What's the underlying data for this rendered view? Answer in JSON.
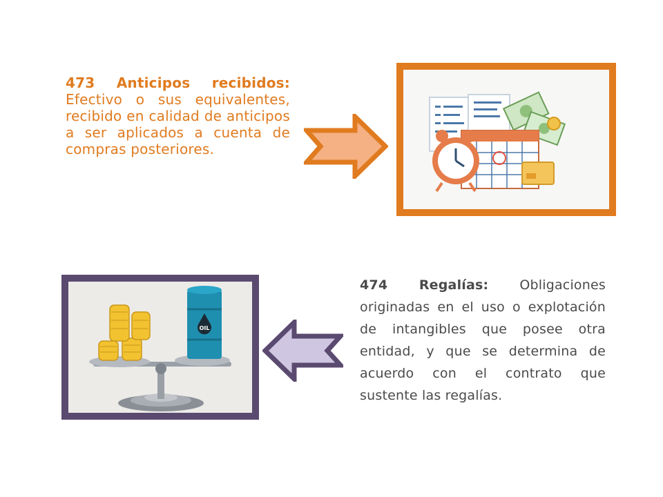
{
  "item_473": {
    "title": "473 Anticipos recibidos:",
    "description": " Efectivo o sus equivalentes, recibido en calidad de anticipos a ser aplicados a cuenta de compras posteriores."
  },
  "item_474": {
    "title": "474 Regalías:",
    "description": " Obligaciones originadas en el uso o explotación de intangibles que posee otra entidad, y que se determina de acuerdo con el contrato que sustente las regalías."
  },
  "barrel_label": "OIL",
  "colors": {
    "accent_orange": "#E07B20",
    "arrow_orange_fill": "#F5B183",
    "frame_purple": "#5b4a70",
    "arrow_purple_fill": "#CFC6E2",
    "text_gray": "#4a4a4a"
  }
}
